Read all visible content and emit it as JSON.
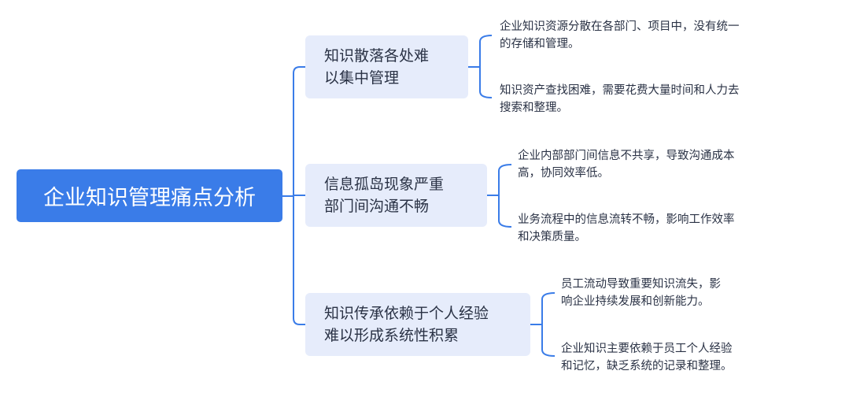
{
  "root": {
    "label": "企业知识管理痛点分析"
  },
  "branches": [
    {
      "lines": [
        "知识散落各处难",
        "以集中管理"
      ],
      "details": [
        {
          "lines": [
            "企业知识资源分散在各部门、项目中，没有统一",
            "的存储和管理。"
          ]
        },
        {
          "lines": [
            "知识资产查找困难，需要花费大量时间和人力去",
            "搜索和整理。"
          ]
        }
      ]
    },
    {
      "lines": [
        "信息孤岛现象严重",
        "部门间沟通不畅"
      ],
      "details": [
        {
          "lines": [
            "企业内部部门间信息不共享，导致沟通成本",
            "高，协同效率低。"
          ]
        },
        {
          "lines": [
            "业务流程中的信息流转不畅，影响工作效率",
            "和决策质量。"
          ]
        }
      ]
    },
    {
      "lines": [
        "知识传承依赖于个人经验",
        "难以形成系统性积累"
      ],
      "details": [
        {
          "lines": [
            "员工流动导致重要知识流失，影",
            "响企业持续发展和创新能力。"
          ]
        },
        {
          "lines": [
            "企业知识主要依赖于员工个人经验",
            "和记忆，缺乏系统的记录和整理。"
          ]
        }
      ]
    }
  ],
  "colors": {
    "root_bg": "#3a7ce8",
    "branch_bg": "#e6ecfb",
    "connector": "#3a7ce8",
    "text": "#2a3245"
  }
}
